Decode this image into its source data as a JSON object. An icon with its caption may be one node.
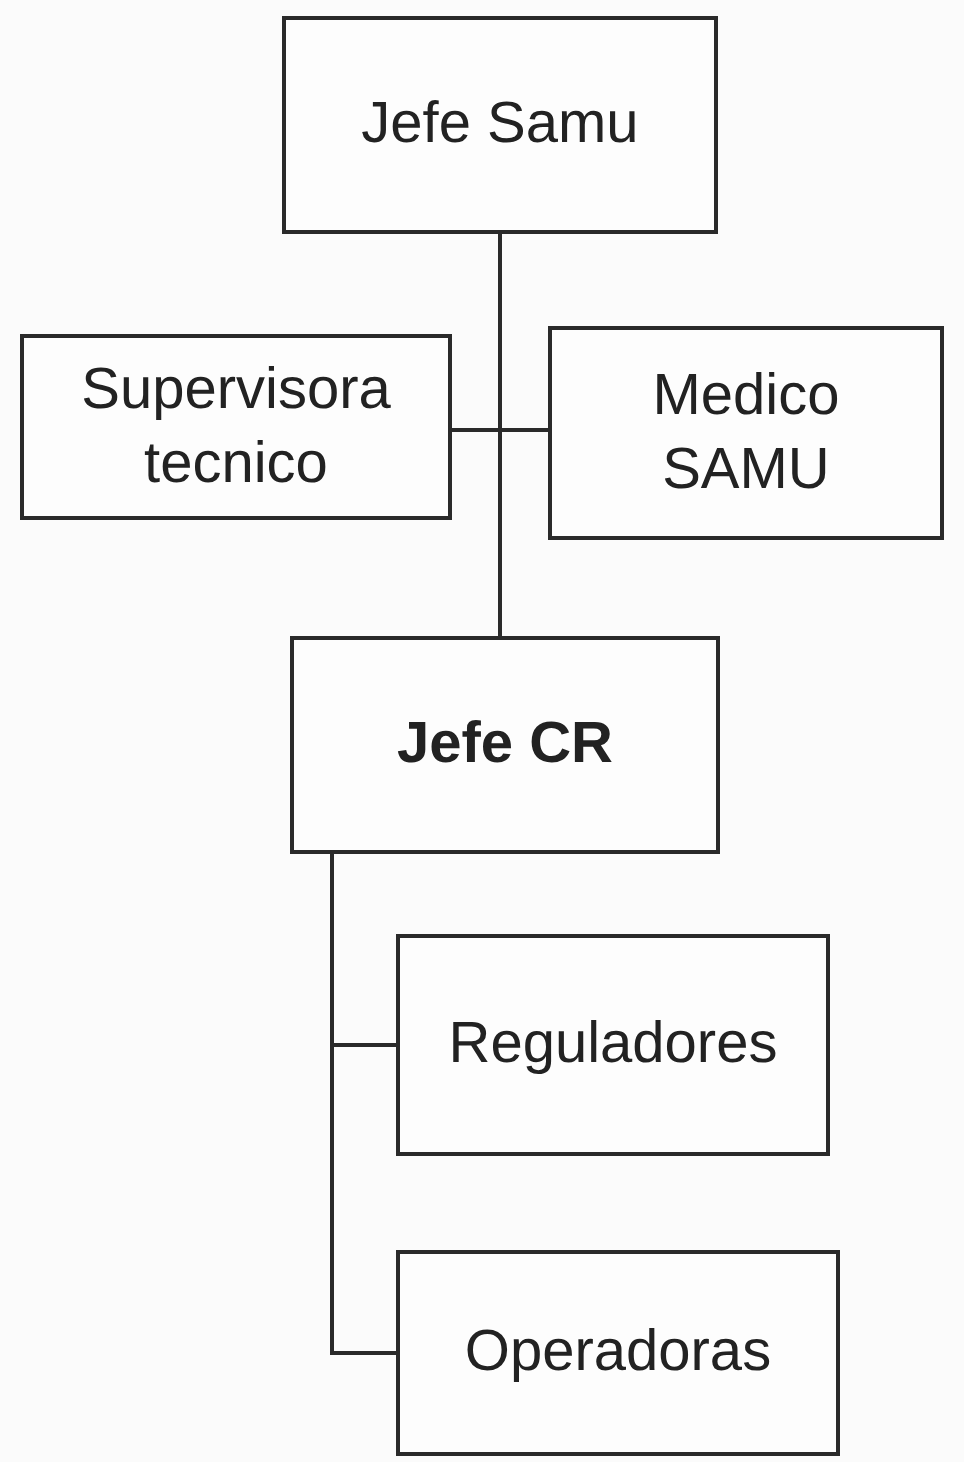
{
  "diagram": {
    "nodes": [
      {
        "text": [
          "Jefe Samu"
        ]
      },
      {
        "text": [
          "Supervisora tecnico"
        ]
      },
      {
        "text": [
          "Medico SAMU"
        ]
      },
      {
        "text": [
          "**Jefe CR**"
        ]
      },
      {
        "text": [
          "Reguladores"
        ]
      },
      {
        "text": [
          "Operadoras"
        ]
      }
    ],
    "edges": [
      {
        "from": 0,
        "to": 1,
        "arrow": "none"
      },
      {
        "from": 0,
        "to": 2,
        "arrow": "none"
      },
      {
        "from": 0,
        "to": 3,
        "arrow": "none"
      },
      {
        "from": 3,
        "to": 4,
        "arrow": "none"
      },
      {
        "from": 3,
        "to": 5,
        "arrow": "none"
      }
    ]
  }
}
